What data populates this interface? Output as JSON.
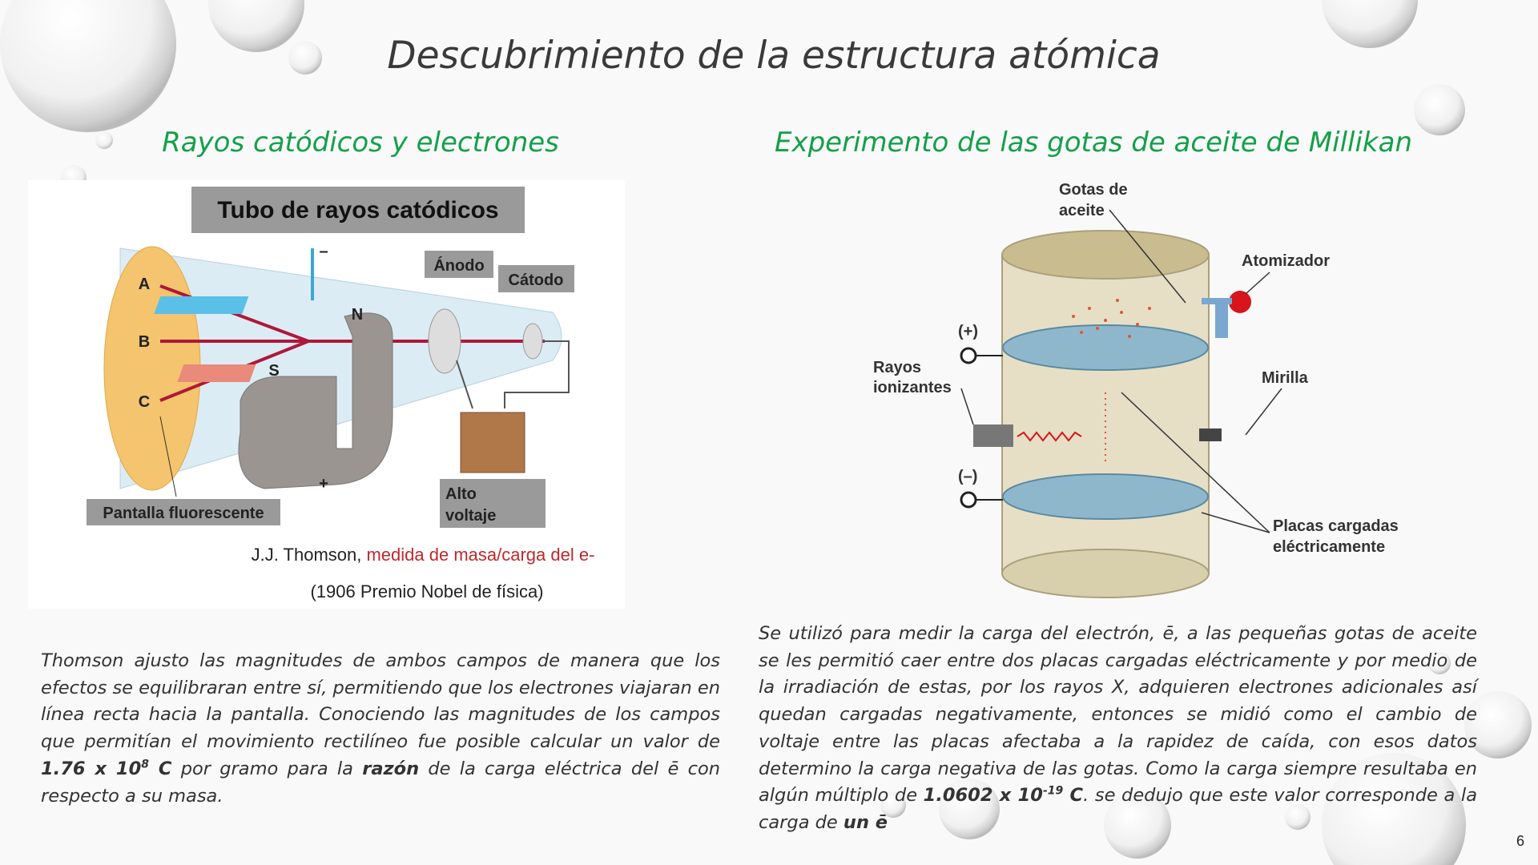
{
  "slide": {
    "title": "Descubrimiento de la estructura atómica",
    "page_number": "6"
  },
  "left": {
    "subtitle": "Rayos catódicos y electrones",
    "diagram": {
      "title": "Tubo de rayos catódicos",
      "anode": "Ánodo",
      "cathode": "Cátodo",
      "screen": "Pantalla fluorescente",
      "high_voltage_1": "Alto",
      "high_voltage_2": "voltaje",
      "point_a": "A",
      "point_b": "B",
      "point_c": "C",
      "pole_n": "N",
      "pole_s": "S",
      "minus": "–",
      "plus": "+",
      "caption_name": "J.J. Thomson, ",
      "caption_highlight": "medida de masa/carga del e-",
      "caption_prize": "(1906 Premio Nobel de física)"
    },
    "paragraph": {
      "text_1": "Thomson ajusto las magnitudes de ambos campos de manera que los efectos se equilibraran entre sí, permitiendo que los electrones viajaran en línea recta hacia la pantalla. Conociendo las magnitudes de los campos que permitían el movimiento rectilíneo fue posible calcular un valor de ",
      "value_base": "1.76 x 10",
      "value_exp": "8",
      "value_unit": " C",
      "text_2": " por gramo para la ",
      "bold_word": "razón",
      "text_3": " de la carga eléctrica del ē con respecto a su masa."
    }
  },
  "right": {
    "subtitle": "Experimento de las gotas de aceite de Millikan",
    "diagram": {
      "oil_drops_1": "Gotas de",
      "oil_drops_2": "aceite",
      "atomizer": "Atomizador",
      "plus_terminal": "(+)",
      "minus_terminal": "(–)",
      "ionizing_1": "Rayos",
      "ionizing_2": "ionizantes",
      "eyepiece": "Mirilla",
      "plates_1": "Placas cargadas",
      "plates_2": "eléctricamente"
    },
    "paragraph": {
      "text_1": "Se utilizó para medir la carga del electrón, ē, a las pequeñas gotas de aceite se les permitió caer entre dos placas cargadas eléctricamente y por medio de la irradiación de estas, por los rayos X, adquieren electrones adicionales así quedan cargadas negativamente, entonces se midió como el cambio de voltaje entre las placas afectaba a la rapidez de caída, con esos datos determino la carga negativa de las gotas. Como la carga siempre resultaba en algún múltiplo de ",
      "value_base": "1.0602 x 10",
      "value_exp": "-19",
      "value_unit": " C",
      "text_2": ". se dedujo que este valor corresponde a la carga de ",
      "bold_end": "un ē"
    }
  },
  "colors": {
    "subtitle_green": "#13a04a",
    "caption_red": "#c0282d",
    "beam_red": "#b0173a"
  }
}
